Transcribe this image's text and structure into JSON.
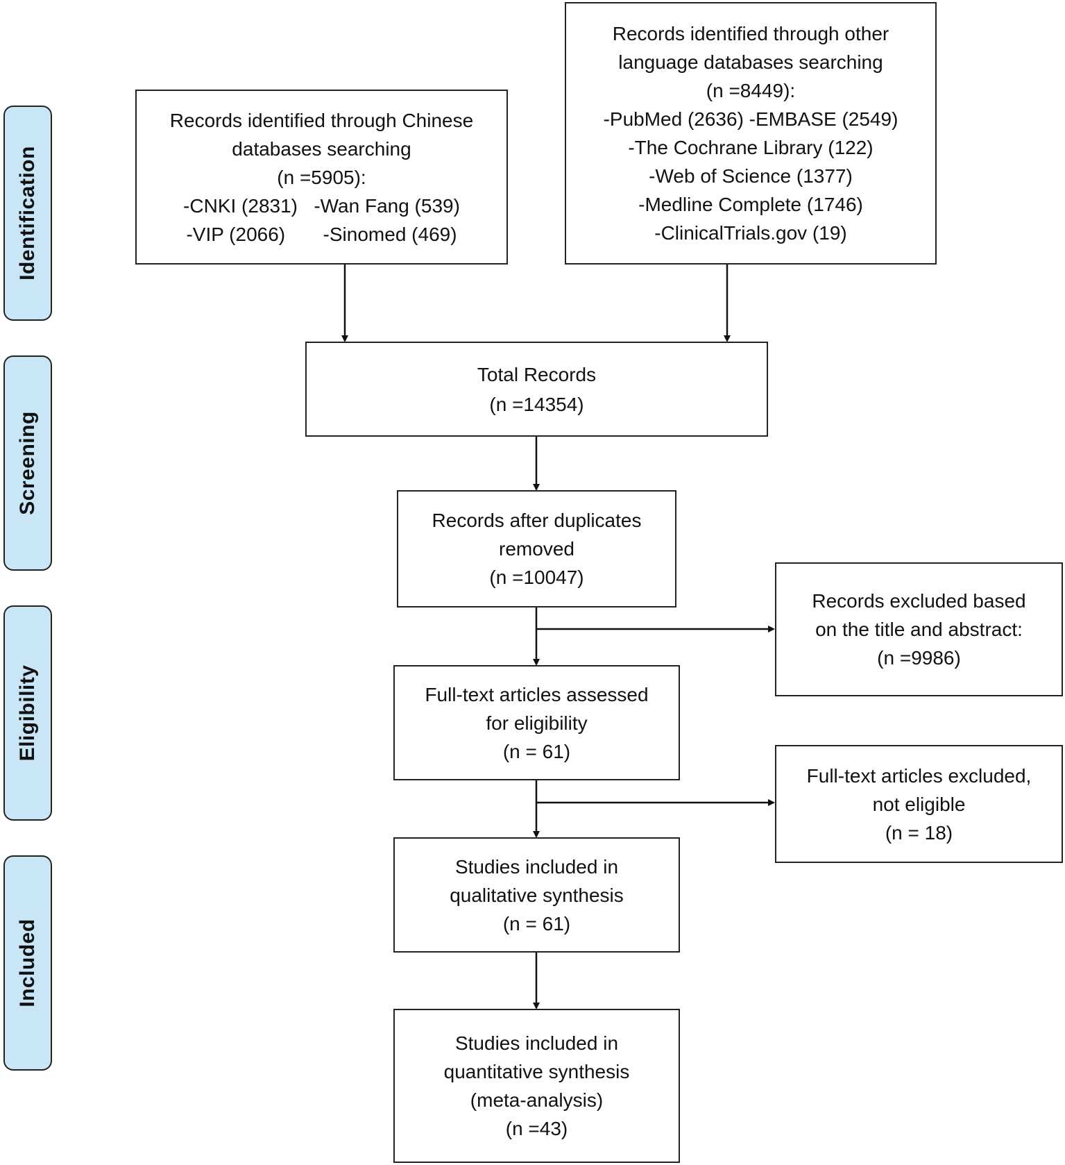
{
  "phases": {
    "identification": "Identification",
    "screening": "Screening",
    "eligibility": "Eligibility",
    "included": "Included"
  },
  "boxes": {
    "chinese_db": {
      "lines": [
        "Records identified through Chinese",
        "databases searching",
        "(n =5905):",
        "-CNKI (2831)   -Wan Fang (539)",
        "-VIP (2066)       -Sinomed (469)"
      ]
    },
    "other_db": {
      "lines": [
        "Records identified through other",
        "language databases searching",
        "(n =8449):",
        "-PubMed (2636) -EMBASE (2549)",
        "-The Cochrane Library (122)",
        "-Web of Science (1377)",
        "-Medline Complete (1746)",
        "-ClinicalTrials.gov (19)"
      ]
    },
    "total_records": {
      "lines": [
        "Total Records",
        "(n =14354)"
      ]
    },
    "after_duplicates": {
      "lines": [
        "Records after duplicates",
        "removed",
        "(n =10047)"
      ]
    },
    "excluded_title_abstract": {
      "lines": [
        "Records excluded based",
        "on the title and abstract:",
        "(n =9986)"
      ]
    },
    "full_text_assessed": {
      "lines": [
        "Full-text articles assessed",
        "for eligibility",
        "(n = 61)"
      ]
    },
    "full_text_excluded": {
      "lines": [
        "Full-text articles excluded,",
        "not eligible",
        "(n = 18)"
      ]
    },
    "qualitative": {
      "lines": [
        "Studies included in",
        "qualitative synthesis",
        "(n = 61)"
      ]
    },
    "quantitative": {
      "lines": [
        "Studies included in",
        "quantitative synthesis",
        "(meta-analysis)",
        "(n =43)"
      ]
    }
  }
}
